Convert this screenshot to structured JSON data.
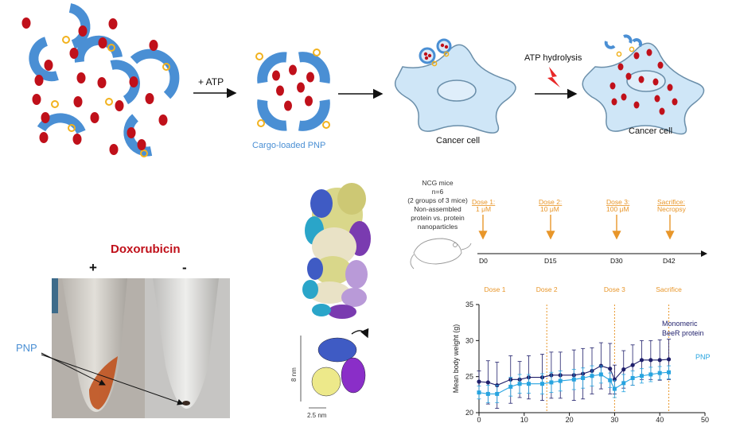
{
  "top": {
    "step1_label": "+ ATP",
    "pnp_label": "Cargo-loaded PNP",
    "cell1_label": "Cancer cell",
    "hydrolysis_label": "ATP hydrolysis",
    "cell2_label": "Cancer cell"
  },
  "tube": {
    "drug_label": "Doxorubicin",
    "plus_label": "+",
    "minus_label": "-",
    "pnp_callout": "PNP"
  },
  "structure": {
    "height_label": "8 nm",
    "width_label": "2.5 nm"
  },
  "timeline": {
    "study_lines": [
      "NCG mice",
      "n=6",
      "(2 groups of 3 mice)",
      "Non-assembled",
      "protein vs. protein",
      "nanoparticles"
    ],
    "events": [
      {
        "title": "Dose 1:",
        "detail": "1 μM",
        "day": "D0"
      },
      {
        "title": "Dose 2:",
        "detail": "10 μM",
        "day": "D15"
      },
      {
        "title": "Dose 3:",
        "detail": "100 μM",
        "day": "D30"
      },
      {
        "title": "Sacrifice:",
        "detail": "Necropsy",
        "day": "D42"
      }
    ]
  },
  "colors": {
    "shell_blue": "#4a8fd4",
    "cargo_red": "#c0101a",
    "dose_orange": "#e8962a",
    "cell_fill": "#cfe6f7",
    "monomeric": "#1f1f6b",
    "pnp_series": "#27a4e0"
  },
  "chart_data": {
    "type": "line",
    "ylabel": "Mean body weight (g)",
    "xlim": [
      0,
      50
    ],
    "ylim": [
      20,
      35
    ],
    "xticks": [
      0,
      10,
      20,
      30,
      40,
      50
    ],
    "yticks": [
      20,
      25,
      30,
      35
    ],
    "annotations": [
      {
        "label": "Dose 1",
        "x": 0
      },
      {
        "label": "Dose 2",
        "x": 15
      },
      {
        "label": "Dose 3",
        "x": 30
      },
      {
        "label": "Sacrifice",
        "x": 42
      }
    ],
    "series": [
      {
        "name": "Monomeric BeeR protein",
        "x": [
          0,
          2,
          4,
          7,
          9,
          11,
          14,
          16,
          18,
          21,
          23,
          25,
          27,
          29,
          30,
          32,
          34,
          36,
          38,
          40,
          42
        ],
        "values": [
          24.3,
          24.2,
          23.8,
          24.6,
          24.6,
          24.9,
          24.9,
          25.2,
          25.2,
          25.2,
          25.4,
          25.8,
          26.5,
          26.1,
          24.6,
          26.0,
          26.6,
          27.3,
          27.3,
          27.3,
          27.4
        ],
        "errors": [
          1.5,
          3.0,
          3.2,
          3.3,
          2.5,
          3.0,
          3.2,
          3.2,
          3.2,
          3.5,
          3.5,
          3.2,
          3.2,
          3.5,
          2.0,
          2.6,
          2.8,
          2.7,
          2.7,
          2.8,
          2.8
        ]
      },
      {
        "name": "PNP",
        "x": [
          0,
          2,
          4,
          7,
          9,
          11,
          14,
          16,
          18,
          21,
          23,
          25,
          27,
          29,
          30,
          32,
          34,
          36,
          38,
          40,
          42
        ],
        "values": [
          22.8,
          22.6,
          22.6,
          23.6,
          24.0,
          24.0,
          24.0,
          24.2,
          24.4,
          24.6,
          24.8,
          25.1,
          25.3,
          24.5,
          23.3,
          24.1,
          24.8,
          25.1,
          25.3,
          25.5,
          25.6
        ],
        "errors": [
          0.9,
          1.2,
          1.2,
          1.3,
          1.3,
          1.3,
          1.4,
          1.4,
          1.4,
          1.4,
          1.4,
          1.4,
          1.2,
          1.0,
          1.2,
          1.2,
          1.0,
          1.0,
          1.0,
          0.9,
          0.9
        ]
      }
    ]
  }
}
